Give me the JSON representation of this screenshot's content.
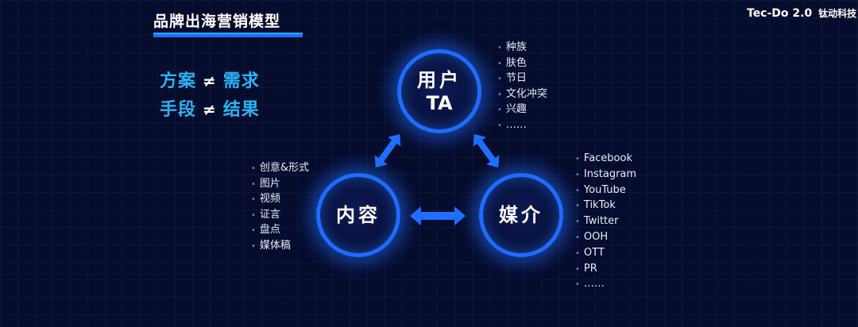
{
  "title": "品牌出海营销模型",
  "brand": {
    "name": "Tec-Do 2.0",
    "sub": "钛动科技"
  },
  "slogans": [
    {
      "left": "方案",
      "sign": "≠",
      "right": "需求"
    },
    {
      "left": "手段",
      "sign": "≠",
      "right": "结果"
    }
  ],
  "nodes": {
    "user": {
      "label": "用户",
      "sub": "TA"
    },
    "content": {
      "label": "内容"
    },
    "media": {
      "label": "媒介"
    }
  },
  "lists": {
    "user": [
      "种族",
      "肤色",
      "节日",
      "文化冲突",
      "兴趣",
      "……"
    ],
    "content": [
      "创意&形式",
      "图片",
      "视频",
      "证言",
      "盘点",
      "媒体稿"
    ],
    "media": [
      "Facebook",
      "Instagram",
      "YouTube",
      "TikTok",
      "Twitter",
      "OOH",
      "OTT",
      "PR",
      "……"
    ]
  },
  "colors": {
    "accent": "#1e6cff",
    "slogan": "#2ab4f5",
    "background": "#060c2c"
  }
}
